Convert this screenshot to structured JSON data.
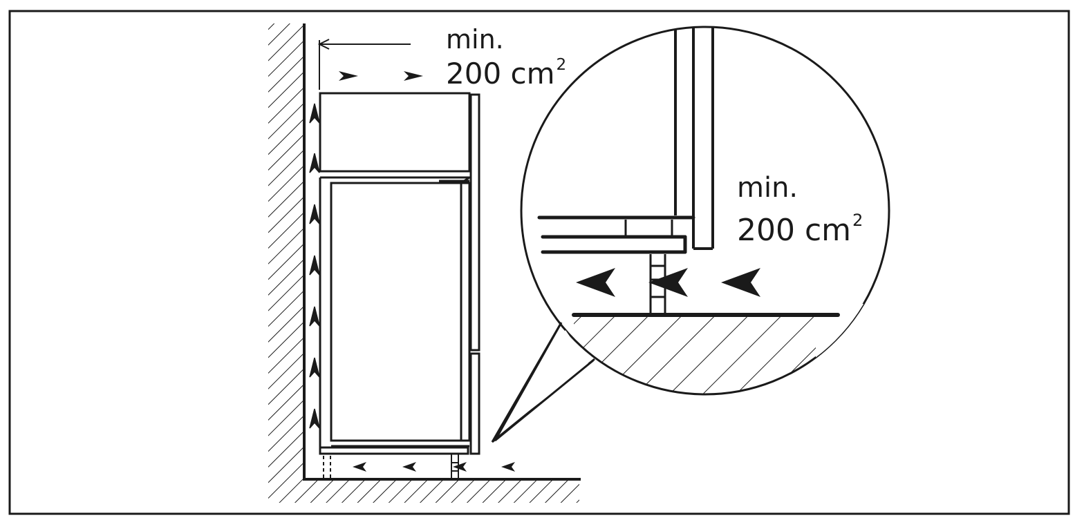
{
  "labels": {
    "top_min": "min.",
    "top_area_value": "200 cm",
    "top_area_exponent": "2",
    "zoom_min": "min.",
    "zoom_area_value": "200 cm",
    "zoom_area_exponent": "2"
  },
  "colors": {
    "ink": "#1a1a1a",
    "background": "#ffffff"
  }
}
